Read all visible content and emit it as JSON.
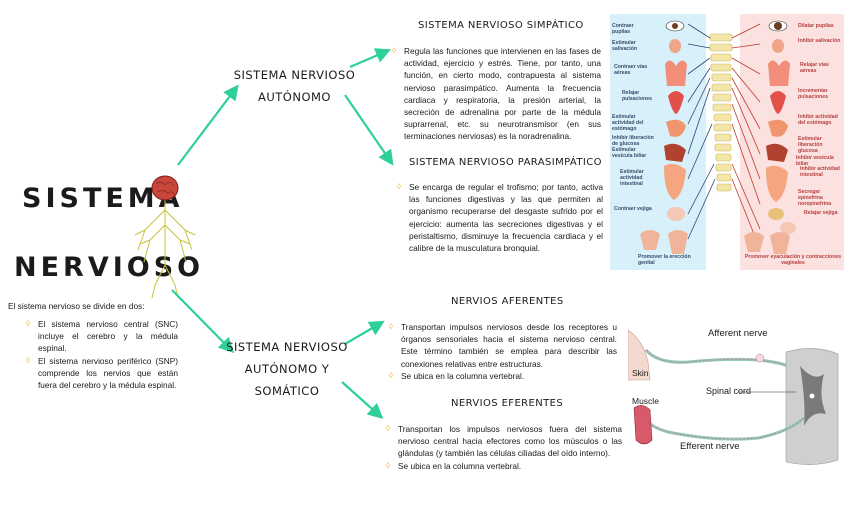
{
  "main_title": {
    "line1": "SISTEMA",
    "line2": "NERVIOSO"
  },
  "intro": {
    "text": "El sistema nervioso se divide en dos:",
    "items": [
      "El sistema nervioso central (SNC) incluye el cerebro y la médula espinal.",
      "El sistema nervioso periférico (SNP) comprende los nervios que están fuera del cerebro y la médula espinal."
    ]
  },
  "branches": {
    "autonomo": {
      "line1": "SISTEMA NERVIOSO",
      "line2": "AUTÓNOMO"
    },
    "autonomo_somatico": {
      "line1": "SISTEMA NERVIOSO",
      "line2": "AUTÓNOMO Y SOMÁTICO"
    }
  },
  "simpatico": {
    "title": "SISTEMA NERVIOSO SIMPÁTICO",
    "text": "Regula las funciones que intervienen en las fases de actividad, ejercicio y estrés. Tiene, por tanto, una función, en cierto modo, contrapuesta al sistema nervioso parasimpático. Aumenta la frecuencia cardiaca y respiratoria, la presión arterial, la secreción de adrenalina por parte de la médula suprarrenal, etc. su neurotransmisor (en sus terminaciones nerviosas) es la noradrenalina."
  },
  "parasimpatico": {
    "title": "SISTEMA NERVIOSO PARASIMPÁTICO",
    "text": "Se encarga de regular el trofismo; por tanto, activa las funciones digestivas y las que permiten al organismo recuperarse del desgaste sufrido por el ejercicio: aumenta las secreciones digestivas y el peristaltismo, disminuye la frecuencia cardiaca y el calibre de la musculatura bronquial."
  },
  "aferentes": {
    "title": "NERVIOS AFERENTES",
    "items": [
      "Transportan impulsos nerviosos desde los receptores u órganos sensoriales hacia el sistema nervioso central. Este término también se emplea para describir las conexiones relativas entre estructuras.",
      "Se ubica en la columna vertebral."
    ]
  },
  "eferentes": {
    "title": "NERVIOS EFERENTES",
    "items": [
      "Transportan los impulsos nerviosos fuera del sistema nervioso central hacia efectores como los músculos o las glándulas (y también las células ciliadas del oído interno).",
      "Se ubica en la columna vertebral."
    ]
  },
  "autonomic_figure": {
    "left_labels": [
      "Contraer pupilas",
      "Estimular salivación",
      "Contraer vías aéreas",
      "Relajar pulsaciones",
      "Estimular actividad del estómago",
      "Inhibir liberación de glucosa Estimular vesícula biliar",
      "Estimular actividad intestinal",
      "Contraer vejiga",
      "Promover la erección genital"
    ],
    "right_labels": [
      "Dilatar pupilas",
      "Inhibir salivación",
      "Relajar vías aéreas",
      "Incrementar pulsaciones",
      "Inhibir actividad del estómago",
      "Estimular liberación glucosa",
      "Inhibir vesícula biliar",
      "Inhibir actividad intestinal",
      "Secregar epinefrina norepinefrina",
      "Relajar vejiga",
      "Promover eyaculación y contracciones vaginales"
    ]
  },
  "reflex_figure": {
    "afferent": "Afferent nerve",
    "skin": "Skin",
    "spinal": "Spinal cord",
    "muscle": "Muscle",
    "efferent": "Efferent nerve"
  },
  "colors": {
    "arrow": "#2ecf9a",
    "bullet": "#f2b233",
    "blue_panel": "#d7f0fa",
    "pink_panel": "#fbe1df"
  }
}
